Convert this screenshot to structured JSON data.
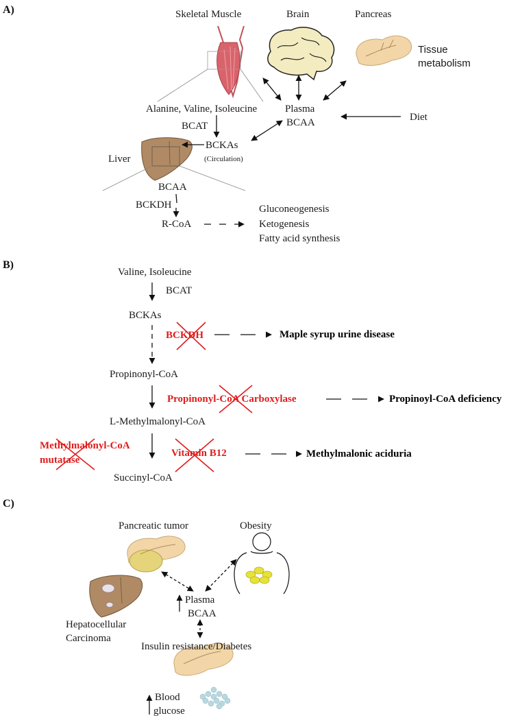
{
  "panel_a": {
    "label": "A)",
    "skeletal_muscle": "Skeletal Muscle",
    "brain": "Brain",
    "pancreas": "Pancreas",
    "tissue_metabolism_1": "Tissue",
    "tissue_metabolism_2": "metabolism",
    "amino_acids": "Alanine, Valine, Isoleucine",
    "bcat": "BCAT",
    "plasma": "Plasma",
    "bcaa": "BCAA",
    "diet": "Diet",
    "bckas": "BCKAs",
    "circulation": "(Circulation)",
    "liver": "Liver",
    "liver_bcaa": "BCAA",
    "bckdh": "BCKDH",
    "rcoa": "R-CoA",
    "outcomes": [
      "Gluconeogenesis",
      "Ketogenesis",
      "Fatty acid synthesis"
    ]
  },
  "panel_b": {
    "label": "B)",
    "valine_isoleucine": "Valine, Isoleucine",
    "bcat": "BCAT",
    "bckas": "BCKAs",
    "bckdh": "BCKDH",
    "msud": "Maple syrup urine disease",
    "propinonyl_coa": "Propinonyl-CoA",
    "carboxylase": "Propinonyl-CoA Carboxylase",
    "propinoyl_deficiency": "Propinoyl-CoA deficiency",
    "methylmalonyl": "L-Methylmalonyl-CoA",
    "mutase_1": "Methylmalonyl-CoA",
    "mutase_2": "mutatase",
    "vitamin_b12": "Vitamin B12",
    "aciduria": "Methylmalonic aciduria",
    "succinyl": "Succinyl-CoA"
  },
  "panel_c": {
    "label": "C)",
    "pancreatic_tumor": "Pancreatic tumor",
    "obesity": "Obesity",
    "hcc_1": "Hepatocellular",
    "hcc_2": "Carcinoma",
    "plasma": "Plasma",
    "bcaa": "BCAA",
    "insulin": "Insulin resistance/Diabetes",
    "blood": "Blood",
    "glucose": "glucose"
  },
  "colors": {
    "muscle": "#d9636b",
    "brain": "#f3ecc0",
    "pancreas": "#f2d6a8",
    "liver": "#b08a65",
    "enzyme_block": "#e01b1b",
    "tumor": "#e6d47a",
    "fat": "#e7e23a",
    "glucose_dots": "#b9d8df"
  }
}
